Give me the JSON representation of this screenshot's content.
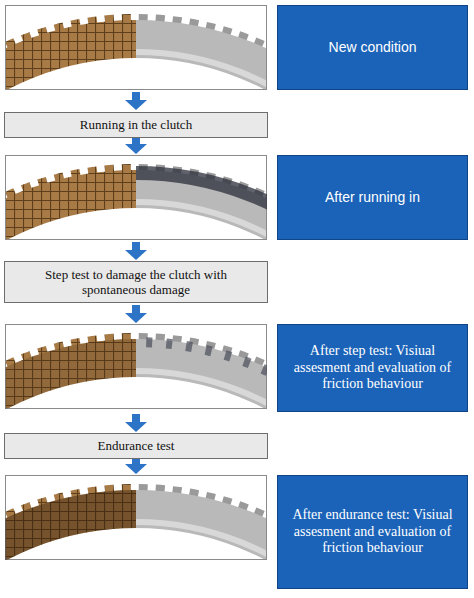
{
  "diagram": {
    "nodes": [
      {
        "text": [
          "New condition"
        ]
      },
      {
        "text": [
          "Running in the clutch"
        ]
      },
      {
        "text": [
          "After running in"
        ]
      },
      {
        "text": [
          "Step test to damage the  clutch with spontaneous damage"
        ]
      },
      {
        "text": [
          "After step test: Visiual assesment and evaluation of friction behaviour"
        ]
      },
      {
        "text": [
          "Endurance test"
        ]
      },
      {
        "text": [
          "After endurance test: Visiual assesment and evaluation of friction behaviour"
        ]
      }
    ]
  }
}
